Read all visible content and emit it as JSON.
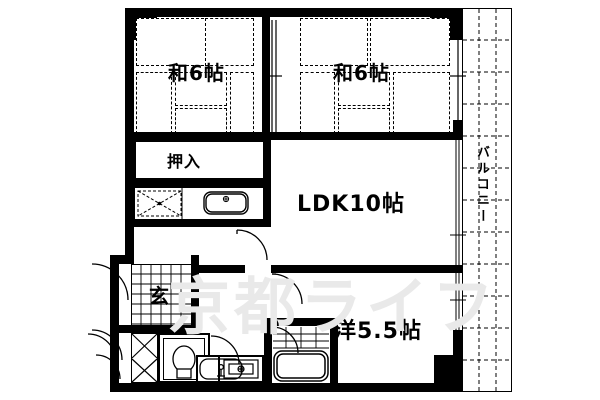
{
  "plan": {
    "type": "japanese-apartment-floorplan",
    "watermark": "京都ライフ",
    "rooms": [
      {
        "id": "washitsu-left",
        "label": "和6帖",
        "kind": "tatami",
        "size_jo": 6
      },
      {
        "id": "washitsu-right",
        "label": "和6帖",
        "kind": "tatami",
        "size_jo": 6
      },
      {
        "id": "ldk",
        "label": "LDK10帖",
        "kind": "ldk",
        "size_jo": 10
      },
      {
        "id": "yoshitsu",
        "label": "洋5.5帖",
        "kind": "western",
        "size_jo": 5.5
      },
      {
        "id": "oshiire",
        "label": "押入",
        "kind": "closet"
      },
      {
        "id": "genkan",
        "label": "玄",
        "kind": "entrance"
      },
      {
        "id": "balcony",
        "label": "バルコニー",
        "kind": "balcony"
      }
    ],
    "fixtures": [
      {
        "name": "stove",
        "icon": "stove-icon"
      },
      {
        "name": "sink",
        "icon": "kitchen-sink-icon"
      },
      {
        "name": "toilet",
        "icon": "toilet-icon"
      },
      {
        "name": "washbasin",
        "icon": "washbasin-icon"
      },
      {
        "name": "washer",
        "icon": "washer-icon"
      },
      {
        "name": "bathtub",
        "icon": "bathtub-icon"
      }
    ],
    "colors": {
      "wall": "#000000",
      "background": "#ffffff",
      "watermark": "#e9e9e9"
    }
  }
}
